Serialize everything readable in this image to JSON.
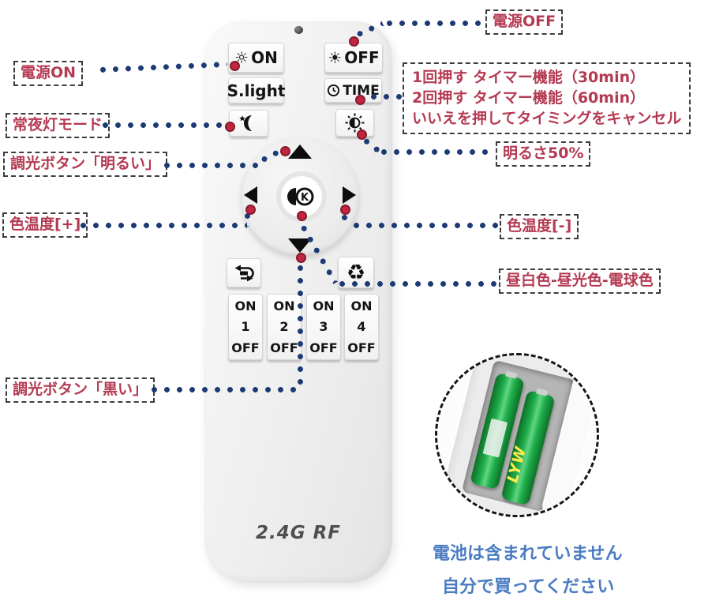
{
  "annotations": {
    "power_on": "電源ON",
    "power_off": "電源OFF",
    "timer": [
      "1回押す タイマー機能（30min）",
      "2回押す タイマー機能（60min）",
      "いいえを押してタイミングをキャンセル"
    ],
    "night_mode": "常夜灯モード",
    "dim_bright": "調光ボタン「明るい」",
    "brightness_50": "明るさ50%",
    "color_temp_plus": "色温度[+]",
    "color_temp_minus": "色温度[-]",
    "color_modes": "昼白色-昼光色-電球色",
    "dim_dark": "調光ボタン「黒い」"
  },
  "remote": {
    "brand": "2.4G RF",
    "center_key": "K",
    "buttons": {
      "on": "ON",
      "off": "OFF",
      "slight": "S.light",
      "time": "TIME"
    },
    "icons": {
      "sun_outline": "☼",
      "sun_filled": "☀",
      "recycle": "♻"
    },
    "channels": [
      {
        "top": "ON",
        "num": "1",
        "bottom": "OFF"
      },
      {
        "top": "ON",
        "num": "2",
        "bottom": "OFF"
      },
      {
        "top": "ON",
        "num": "3",
        "bottom": "OFF"
      },
      {
        "top": "ON",
        "num": "4",
        "bottom": "OFF"
      }
    ]
  },
  "battery": {
    "brand": "LYW"
  },
  "notes": [
    "電池は含まれていません",
    "自分で買ってください"
  ],
  "colors": {
    "annotation_text": "#b43a52",
    "dot_navy": "#1c3a74",
    "dot_red": "#c2253e",
    "note_blue": "#4a7cc2"
  }
}
